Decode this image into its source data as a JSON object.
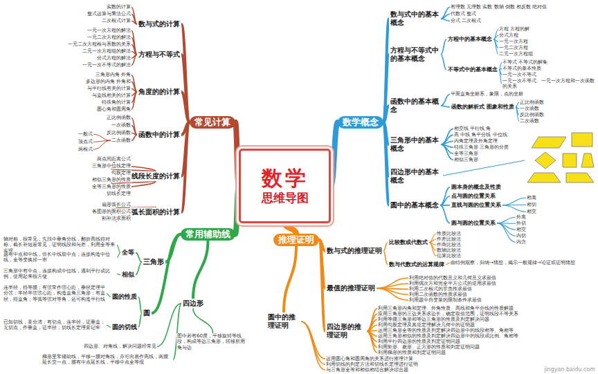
{
  "diagram": {
    "nodes": [
      {
        "text": [
          "数学",
          "思维导图"
        ]
      },
      {
        "text": [
          "常见计算"
        ]
      },
      {
        "text": [
          "数与式的计算"
        ]
      },
      {
        "text": [
          "实数的计算"
        ]
      },
      {
        "text": [
          "整式运算与乘法公式"
        ]
      },
      {
        "text": [
          "二次根式计算"
        ]
      },
      {
        "text": [
          "方程与不等式"
        ]
      },
      {
        "text": [
          "一元一次方程的解法"
        ]
      },
      {
        "text": [
          "一元二次方程的解法"
        ]
      },
      {
        "text": [
          "一元二次方程根与系数的关系"
        ]
      },
      {
        "text": [
          "二元一次方程组的解法"
        ]
      },
      {
        "text": [
          "分式方程的解法"
        ]
      },
      {
        "text": [
          "一元一次不等式的解法"
        ]
      },
      {
        "text": [
          "角度的的计算"
        ]
      },
      {
        "text": [
          "三角形内角 外角"
        ]
      },
      {
        "text": [
          "多边形的内角 外角和"
        ]
      },
      {
        "text": [
          "与平行线有关的计算"
        ]
      },
      {
        "text": [
          "与直线相关的计算"
        ]
      },
      {
        "text": [
          "特殊角的计算"
        ]
      },
      {
        "text": [
          "圆心角和圆周角"
        ]
      },
      {
        "text": [
          "函数中的计算"
        ]
      },
      {
        "text": [
          "正比例函数"
        ]
      },
      {
        "text": [
          "一次函数"
        ]
      },
      {
        "text": [
          "反比例函数"
        ]
      },
      {
        "text": [
          "二次函数"
        ]
      },
      {
        "text": [
          "一般式"
        ]
      },
      {
        "text": [
          "顶点式"
        ]
      },
      {
        "text": [
          "两根式"
        ]
      },
      {
        "text": [
          "线段长度的计算"
        ]
      },
      {
        "text": [
          "两点间距离公式"
        ]
      },
      {
        "text": [
          "三角形中位线定理"
        ]
      },
      {
        "text": [
          "勾股定理"
        ]
      },
      {
        "text": [
          "相似三角形的性质"
        ]
      },
      {
        "text": [
          "全等三角形的性质"
        ]
      },
      {
        "text": [
          "切线长定理"
        ]
      },
      {
        "text": [
          "弧长面积的计算"
        ]
      },
      {
        "text": [
          "扇形弧长公式"
        ]
      },
      {
        "text": [
          "各图形的面积公式"
        ]
      },
      {
        "text": [
          "割补法求面积"
        ]
      },
      {
        "text": [
          "数学概念"
        ]
      },
      {
        "text": [
          "数与式中的基本概念"
        ]
      },
      {
        "text": [
          "有理数 无理数 实数 数轴 倒数 相反数 绝对值"
        ]
      },
      {
        "text": [
          "代数式 整式"
        ]
      },
      {
        "text": [
          "分式 二次根式"
        ]
      },
      {
        "text": [
          "方程与不等式中的基本概念"
        ]
      },
      {
        "text": [
          "方程中的基本概念"
        ]
      },
      {
        "text": [
          "方程 方程的解"
        ]
      },
      {
        "text": [
          "分式方程"
        ]
      },
      {
        "text": [
          "一元一次方程"
        ]
      },
      {
        "text": [
          "一元二次方程"
        ]
      },
      {
        "text": [
          "二元一次方程组"
        ]
      },
      {
        "text": [
          "不等式中的基本概念"
        ]
      },
      {
        "text": [
          "不等式 不等式的解集"
        ]
      },
      {
        "text": [
          "不等式的基本性质"
        ]
      },
      {
        "text": [
          "一元一次不等式"
        ]
      },
      {
        "text": [
          "一元一次不等式、一元一次方程和一次函数的关系"
        ]
      },
      {
        "text": [
          "函数中的基本概念"
        ]
      },
      {
        "text": [
          "平面直角坐标系，象限，点的坐标"
        ]
      },
      {
        "text": [
          "函数的解析式 图象和性质"
        ]
      },
      {
        "text": [
          "正比例函数"
        ]
      },
      {
        "text": [
          "一次函数"
        ]
      },
      {
        "text": [
          "反比例函数"
        ]
      },
      {
        "text": [
          "二次函数"
        ]
      },
      {
        "text": [
          "三角形中的基本概念"
        ]
      },
      {
        "text": [
          "相交线 平行线 角"
        ]
      },
      {
        "text": [
          "高 中线 角平分线 中位线"
        ]
      },
      {
        "text": [
          "内角定理及外角定理"
        ]
      },
      {
        "text": [
          "特殊三角形 三角形的分类"
        ]
      },
      {
        "text": [
          "全等三角形"
        ]
      },
      {
        "text": [
          "相似三角形"
        ]
      },
      {
        "text": [
          "四边形中的基本概念"
        ]
      },
      {
        "text": [
          "圆中的基本概念"
        ]
      },
      {
        "text": [
          "圆本身的概念及性质"
        ]
      },
      {
        "text": [
          "点与圆的位置关系"
        ]
      },
      {
        "text": [
          "直线与圆的位置关系"
        ]
      },
      {
        "text": [
          "相离"
        ]
      },
      {
        "text": [
          "相切"
        ]
      },
      {
        "text": [
          "相交"
        ]
      },
      {
        "text": [
          "圆与圆的位置关系"
        ]
      },
      {
        "text": [
          "外离"
        ]
      },
      {
        "text": [
          "外切"
        ]
      },
      {
        "text": [
          "相交"
        ]
      },
      {
        "text": [
          "内切"
        ]
      },
      {
        "text": [
          "内含"
        ]
      },
      {
        "text": [
          "常用辅助线"
        ]
      },
      {
        "text": [
          "三角形"
        ]
      },
      {
        "text": [
          "全等"
        ]
      },
      {
        "text": [
          "轴对称，很常见，先找中垂角分线，翻折高线得对称，截长补短最常见，证明线段和与差，利用全等来实现"
        ]
      },
      {
        "text": [
          "题有中点和中线，倍长中线取中点；连接构造中位线，全等变换择一审"
        ]
      },
      {
        "text": [
          "相似"
        ]
      },
      {
        "text": [
          "三角形中有中点，连接构成中位线，遇到平行成比例，使用起来很方便"
        ]
      },
      {
        "text": [
          "圆"
        ]
      },
      {
        "text": [
          "圆的性质"
        ]
      },
      {
        "text": [
          "连半径，得等腰；有弦常作弦心距，垂径定理平分弦；半径半弦弦心距，构造直角三角形；有直径，得直角；等弧等弦对等角，还可构造平行线"
        ]
      },
      {
        "text": [
          "圆的切线"
        ]
      },
      {
        "text": [
          "已知切线，要分清：有切点，连半径，证垂直；无切点，作垂直，证半径；切线长定理要记牢"
        ]
      },
      {
        "text": [
          "四边形"
        ]
      },
      {
        "text": [
          "梯形里常辅助线，平移一腰对角线，亦可向底作高线，两腰延长交一点，腰有中点延长线，平移中点全等现"
        ]
      },
      {
        "text": [
          "图中若有60度，平移旋转等线段，构成等边三角形，转移所用角与边"
        ]
      },
      {
        "text": [
          "四边形、对角线，解决问题经常见"
        ]
      },
      {
        "text": [
          "推理证明"
        ]
      },
      {
        "text": [
          "数与式的推理证明"
        ]
      },
      {
        "text": [
          "比较数或代数式"
        ]
      },
      {
        "text": [
          "性质比较法"
        ]
      },
      {
        "text": [
          "作差比较法"
        ]
      },
      {
        "text": [
          "作商比较法"
        ]
      },
      {
        "text": [
          "数轴比较法"
        ]
      },
      {
        "text": [
          "估算比较法"
        ]
      },
      {
        "text": [
          "数与代数式的运算规律"
        ]
      },
      {
        "text": [
          "由特例观察，归纳→猜想，揭示一般规律→论证或证明猜想"
        ]
      },
      {
        "text": [
          "最值的推理证明"
        ]
      },
      {
        "text": [
          "利用绝对值的代数意义和几何意义求最值"
        ]
      },
      {
        "text": [
          "利用偶次方和完全平方公式的逆用求最值"
        ]
      },
      {
        "text": [
          "利用二次根式的非负性求最值"
        ]
      },
      {
        "text": [
          "利用二次函数的性质求最值"
        ]
      },
      {
        "text": [
          "利用题中自变量的限制条件求最值"
        ]
      },
      {
        "text": [
          "四边形的推理证明"
        ]
      },
      {
        "text": [
          "利用三角形内角和定理、外角性质、高线和角平分线的性质解题"
        ]
      },
      {
        "text": [
          "应用三角形的三边关系求边长，确定取值范围，证明线段不等关系"
        ]
      },
      {
        "text": [
          "利用等腰三角形和等边三角形的性质及判定解决问题"
        ]
      },
      {
        "text": [
          "利用勾股定理及其逆定理解决几何中的证明题"
        ]
      },
      {
        "text": [
          "运用三角形全等的性质及判定解决四边形中的线段相等、角相等"
        ]
      },
      {
        "text": [
          "运用三角形相似的性质及判定解决四边形中的线段成比例、角相等"
        ]
      },
      {
        "text": [
          "利用平行四边形的性质及判定证明问题"
        ]
      },
      {
        "text": [
          "利用矩形、菱形、正方形的性质和判定证明问题"
        ]
      },
      {
        "text": [
          "利用梯形的性质和判定证明问题"
        ]
      },
      {
        "text": [
          "圆中的推理证明"
        ]
      },
      {
        "text": [
          "运用圆心角和圆周角的关系进行推理计算"
        ]
      },
      {
        "text": [
          "利用切线的判定方法和切线长定理进行证明"
        ]
      },
      {
        "text": [
          "与三角形全等和相似相结合解决综合题"
        ]
      }
    ],
    "edges": [
      {
        "from": 0,
        "to": 1,
        "arrow": "none"
      },
      {
        "from": 0,
        "to": 39,
        "arrow": "none"
      },
      {
        "from": 0,
        "to": 84,
        "arrow": "none"
      },
      {
        "from": 0,
        "to": 100,
        "arrow": "none"
      },
      {
        "from": 1,
        "to": 2,
        "arrow": "none"
      },
      {
        "from": 1,
        "to": 6,
        "arrow": "none"
      },
      {
        "from": 1,
        "to": 13,
        "arrow": "none"
      },
      {
        "from": 1,
        "to": 20,
        "arrow": "none"
      },
      {
        "from": 1,
        "to": 28,
        "arrow": "none"
      },
      {
        "from": 1,
        "to": 35,
        "arrow": "none"
      },
      {
        "from": 2,
        "to": 3,
        "arrow": "none"
      },
      {
        "from": 2,
        "to": 4,
        "arrow": "none"
      },
      {
        "from": 2,
        "to": 5,
        "arrow": "none"
      },
      {
        "from": 6,
        "to": 7,
        "arrow": "none"
      },
      {
        "from": 6,
        "to": 8,
        "arrow": "none"
      },
      {
        "from": 6,
        "to": 9,
        "arrow": "none"
      },
      {
        "from": 6,
        "to": 10,
        "arrow": "none"
      },
      {
        "from": 6,
        "to": 11,
        "arrow": "none"
      },
      {
        "from": 6,
        "to": 12,
        "arrow": "none"
      },
      {
        "from": 13,
        "to": 14,
        "arrow": "none"
      },
      {
        "from": 13,
        "to": 15,
        "arrow": "none"
      },
      {
        "from": 13,
        "to": 16,
        "arrow": "none"
      },
      {
        "from": 13,
        "to": 17,
        "arrow": "none"
      },
      {
        "from": 13,
        "to": 18,
        "arrow": "none"
      },
      {
        "from": 13,
        "to": 19,
        "arrow": "none"
      },
      {
        "from": 20,
        "to": 21,
        "arrow": "none"
      },
      {
        "from": 20,
        "to": 22,
        "arrow": "none"
      },
      {
        "from": 20,
        "to": 23,
        "arrow": "none"
      },
      {
        "from": 20,
        "to": 24,
        "arrow": "none"
      },
      {
        "from": 24,
        "to": 25,
        "arrow": "none"
      },
      {
        "from": 24,
        "to": 26,
        "arrow": "none"
      },
      {
        "from": 24,
        "to": 27,
        "arrow": "none"
      },
      {
        "from": 28,
        "to": 29,
        "arrow": "none"
      },
      {
        "from": 28,
        "to": 30,
        "arrow": "none"
      },
      {
        "from": 28,
        "to": 31,
        "arrow": "none"
      },
      {
        "from": 28,
        "to": 32,
        "arrow": "none"
      },
      {
        "from": 28,
        "to": 33,
        "arrow": "none"
      },
      {
        "from": 28,
        "to": 34,
        "arrow": "none"
      },
      {
        "from": 35,
        "to": 36,
        "arrow": "none"
      },
      {
        "from": 35,
        "to": 37,
        "arrow": "none"
      },
      {
        "from": 35,
        "to": 38,
        "arrow": "none"
      },
      {
        "from": 39,
        "to": 40,
        "arrow": "none"
      },
      {
        "from": 39,
        "to": 44,
        "arrow": "none"
      },
      {
        "from": 39,
        "to": 56,
        "arrow": "none"
      },
      {
        "from": 39,
        "to": 63,
        "arrow": "none"
      },
      {
        "from": 39,
        "to": 70,
        "arrow": "none"
      },
      {
        "from": 39,
        "to": 71,
        "arrow": "none"
      },
      {
        "from": 40,
        "to": 41,
        "arrow": "none"
      },
      {
        "from": 40,
        "to": 42,
        "arrow": "none"
      },
      {
        "from": 40,
        "to": 43,
        "arrow": "none"
      },
      {
        "from": 44,
        "to": 45,
        "arrow": "none"
      },
      {
        "from": 44,
        "to": 51,
        "arrow": "none"
      },
      {
        "from": 45,
        "to": 46,
        "arrow": "none"
      },
      {
        "from": 45,
        "to": 47,
        "arrow": "none"
      },
      {
        "from": 45,
        "to": 48,
        "arrow": "none"
      },
      {
        "from": 45,
        "to": 49,
        "arrow": "none"
      },
      {
        "from": 45,
        "to": 50,
        "arrow": "none"
      },
      {
        "from": 51,
        "to": 52,
        "arrow": "none"
      },
      {
        "from": 51,
        "to": 53,
        "arrow": "none"
      },
      {
        "from": 51,
        "to": 54,
        "arrow": "none"
      },
      {
        "from": 51,
        "to": 55,
        "arrow": "none"
      },
      {
        "from": 56,
        "to": 57,
        "arrow": "none"
      },
      {
        "from": 56,
        "to": 58,
        "arrow": "none"
      },
      {
        "from": 58,
        "to": 59,
        "arrow": "none"
      },
      {
        "from": 58,
        "to": 60,
        "arrow": "none"
      },
      {
        "from": 58,
        "to": 61,
        "arrow": "none"
      },
      {
        "from": 58,
        "to": 62,
        "arrow": "none"
      },
      {
        "from": 63,
        "to": 64,
        "arrow": "none"
      },
      {
        "from": 63,
        "to": 65,
        "arrow": "none"
      },
      {
        "from": 63,
        "to": 66,
        "arrow": "none"
      },
      {
        "from": 63,
        "to": 67,
        "arrow": "none"
      },
      {
        "from": 63,
        "to": 68,
        "arrow": "none"
      },
      {
        "from": 63,
        "to": 69,
        "arrow": "none"
      },
      {
        "from": 71,
        "to": 72,
        "arrow": "none"
      },
      {
        "from": 71,
        "to": 73,
        "arrow": "none"
      },
      {
        "from": 71,
        "to": 74,
        "arrow": "none"
      },
      {
        "from": 71,
        "to": 78,
        "arrow": "none"
      },
      {
        "from": 74,
        "to": 75,
        "arrow": "none"
      },
      {
        "from": 74,
        "to": 76,
        "arrow": "none"
      },
      {
        "from": 74,
        "to": 77,
        "arrow": "none"
      },
      {
        "from": 78,
        "to": 79,
        "arrow": "none"
      },
      {
        "from": 78,
        "to": 80,
        "arrow": "none"
      },
      {
        "from": 78,
        "to": 81,
        "arrow": "none"
      },
      {
        "from": 78,
        "to": 82,
        "arrow": "none"
      },
      {
        "from": 78,
        "to": 83,
        "arrow": "none"
      },
      {
        "from": 84,
        "to": 85,
        "arrow": "none"
      },
      {
        "from": 84,
        "to": 91,
        "arrow": "none"
      },
      {
        "from": 84,
        "to": 96,
        "arrow": "none"
      },
      {
        "from": 85,
        "to": 86,
        "arrow": "none"
      },
      {
        "from": 85,
        "to": 89,
        "arrow": "none"
      },
      {
        "from": 86,
        "to": 87,
        "arrow": "none"
      },
      {
        "from": 86,
        "to": 88,
        "arrow": "none"
      },
      {
        "from": 89,
        "to": 90,
        "arrow": "none"
      },
      {
        "from": 91,
        "to": 92,
        "arrow": "none"
      },
      {
        "from": 91,
        "to": 94,
        "arrow": "none"
      },
      {
        "from": 92,
        "to": 93,
        "arrow": "none"
      },
      {
        "from": 94,
        "to": 95,
        "arrow": "none"
      },
      {
        "from": 96,
        "to": 97,
        "arrow": "none"
      },
      {
        "from": 96,
        "to": 98,
        "arrow": "none"
      },
      {
        "from": 96,
        "to": 99,
        "arrow": "none"
      },
      {
        "from": 100,
        "to": 101,
        "arrow": "none"
      },
      {
        "from": 100,
        "to": 110,
        "arrow": "none"
      },
      {
        "from": 100,
        "to": 116,
        "arrow": "none"
      },
      {
        "from": 100,
        "to": 126,
        "arrow": "none"
      },
      {
        "from": 101,
        "to": 102,
        "arrow": "none"
      },
      {
        "from": 101,
        "to": 108,
        "arrow": "none"
      },
      {
        "from": 102,
        "to": 103,
        "arrow": "none"
      },
      {
        "from": 102,
        "to": 104,
        "arrow": "none"
      },
      {
        "from": 102,
        "to": 105,
        "arrow": "none"
      },
      {
        "from": 102,
        "to": 106,
        "arrow": "none"
      },
      {
        "from": 102,
        "to": 107,
        "arrow": "none"
      },
      {
        "from": 108,
        "to": 109,
        "arrow": "none"
      },
      {
        "from": 110,
        "to": 111,
        "arrow": "none"
      },
      {
        "from": 110,
        "to": 112,
        "arrow": "none"
      },
      {
        "from": 110,
        "to": 113,
        "arrow": "none"
      },
      {
        "from": 110,
        "to": 114,
        "arrow": "none"
      },
      {
        "from": 110,
        "to": 115,
        "arrow": "none"
      },
      {
        "from": 116,
        "to": 117,
        "arrow": "none"
      },
      {
        "from": 116,
        "to": 118,
        "arrow": "none"
      },
      {
        "from": 116,
        "to": 119,
        "arrow": "none"
      },
      {
        "from": 116,
        "to": 120,
        "arrow": "none"
      },
      {
        "from": 116,
        "to": 121,
        "arrow": "none"
      },
      {
        "from": 116,
        "to": 122,
        "arrow": "none"
      },
      {
        "from": 116,
        "to": 123,
        "arrow": "none"
      },
      {
        "from": 116,
        "to": 124,
        "arrow": "none"
      },
      {
        "from": 116,
        "to": 125,
        "arrow": "none"
      },
      {
        "from": 126,
        "to": 127,
        "arrow": "none"
      },
      {
        "from": 126,
        "to": 128,
        "arrow": "none"
      },
      {
        "from": 126,
        "to": 129,
        "arrow": "none"
      }
    ],
    "labels": [
      "jingyan.baidu.com"
    ]
  }
}
